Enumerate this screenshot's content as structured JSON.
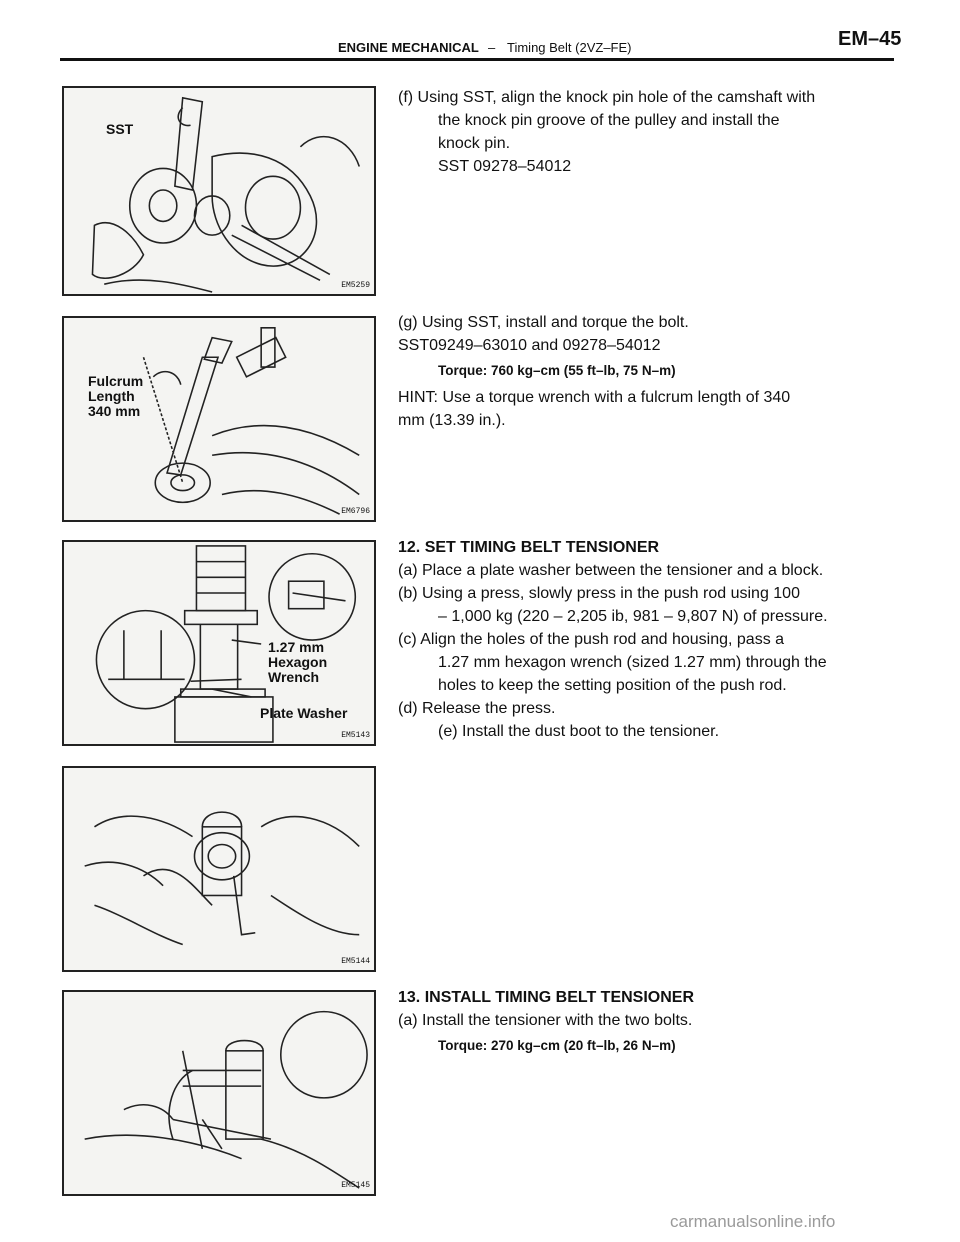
{
  "header": {
    "section": "ENGINE MECHANICAL",
    "separator": "–",
    "subsection": "Timing Belt (2VZ–FE)",
    "page": "EM–45"
  },
  "figures": [
    {
      "code": "EM5259",
      "labels": [
        "SST"
      ]
    },
    {
      "code": "EM6796",
      "labels": [
        "Fulcrum",
        "Length",
        "340 mm"
      ]
    },
    {
      "code": "EM5143",
      "labels": [
        "1.27 mm",
        "Hexagon",
        "Wrench",
        "Plate Washer"
      ]
    },
    {
      "code": "EM5144",
      "labels": []
    },
    {
      "code": "EM5145",
      "labels": []
    }
  ],
  "sections": {
    "f": {
      "lines": [
        "(f) Using SST, align the knock pin hole of the camshaft with",
        "the knock pin groove of the pulley and install the",
        "knock pin.",
        "SST  09278–54012"
      ]
    },
    "g": {
      "lines": [
        "(g) Using SST, install and torque the bolt.",
        "SST09249–63010 and 09278–54012"
      ],
      "torque": "Torque: 760 kg–cm (55 ft–lb, 75 N–m)",
      "hint": [
        "HINT: Use a torque wrench with a fulcrum length of 340",
        "mm (13.39 in.)."
      ]
    },
    "s12": {
      "heading": "12. SET TIMING BELT TENSIONER",
      "lines": [
        "(a) Place a plate washer between the tensioner and a block.",
        "(b) Using a press, slowly press in the push rod using 100",
        "– 1,000 kg (220 – 2,205 ib, 981 – 9,807 N) of pressure.",
        "(c) Align the holes of the push rod and housing, pass a",
        "1.27 mm hexagon wrench (sized 1.27 mm) through the",
        "holes to keep the setting position of the push rod.",
        "(d) Release the press.",
        "(e) Install the dust boot to the tensioner."
      ]
    },
    "s13": {
      "heading": "13. INSTALL TIMING BELT TENSIONER",
      "lines": [
        "(a) Install the tensioner with the two bolts."
      ],
      "torque": "Torque: 270 kg–cm (20 ft–lb, 26 N–m)"
    }
  },
  "watermark": "carmanualsonline.info"
}
